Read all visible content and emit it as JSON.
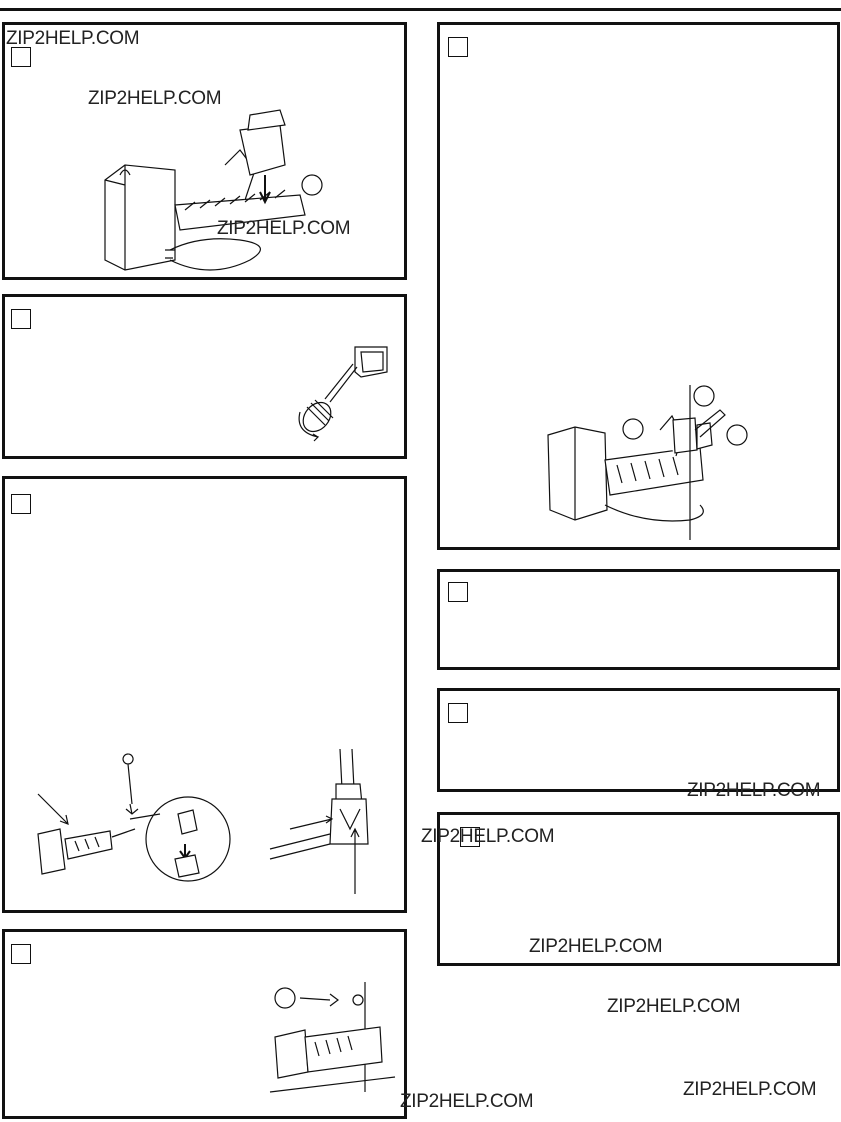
{
  "watermarks": [
    "ZIP2HELP.COM",
    "ZIP2HELP.COM",
    "ZIP2HELP.COM",
    "ZIP2HELP.COM",
    "ZIP2HELP.COM",
    "ZIP2HELP.COM",
    "ZIP2HELP.COM",
    "ZIP2HELP.COM",
    "ZIP2HELP.COM"
  ],
  "panels": [
    {
      "name": "panel-1",
      "illustration": "ice-maker-bucket-install"
    },
    {
      "name": "panel-2",
      "illustration": "screwdriver-fill-cup"
    },
    {
      "name": "panel-3",
      "illustration": "wiring-harness-connection"
    },
    {
      "name": "panel-4",
      "illustration": "ice-maker-mounting"
    },
    {
      "name": "panel-5",
      "illustration": "ice-maker-assembly-parts"
    },
    {
      "name": "panel-6",
      "illustration": "none"
    },
    {
      "name": "panel-7",
      "illustration": "none"
    },
    {
      "name": "panel-8",
      "illustration": "none"
    }
  ]
}
